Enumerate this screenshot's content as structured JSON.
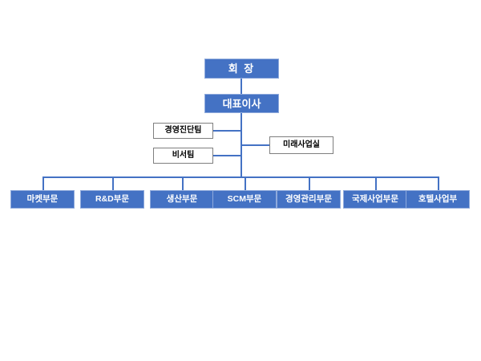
{
  "chart": {
    "type": "org-chart",
    "title": "",
    "orientation": "top-down",
    "colors": {
      "node_fill": "#4472C4",
      "node_fill_border": "#8FAADC",
      "node_text": "#FFFFFF",
      "outline_fill": "#FFFFFF",
      "outline_border": "#7F7F7F",
      "outline_text": "#000000",
      "connector": "#4472C4",
      "background": "#FFFFFF"
    }
  },
  "nodes": {
    "chairman": {
      "label": "회 장",
      "style": "filled",
      "level": 0
    },
    "ceo": {
      "label": "대표이사",
      "style": "filled",
      "level": 1
    },
    "staff": [
      {
        "label": "경영진단팀",
        "style": "outline",
        "side": "left"
      },
      {
        "label": "비서팀",
        "style": "outline",
        "side": "left"
      },
      {
        "label": "미래사업실",
        "style": "outline",
        "side": "right"
      }
    ],
    "divisions": [
      {
        "label": "마켓부문",
        "style": "filled"
      },
      {
        "label": "R&D부문",
        "style": "filled"
      },
      {
        "label": "생산부문",
        "style": "filled"
      },
      {
        "label": "SCM부문",
        "style": "filled"
      },
      {
        "label": "경영관리부문",
        "style": "filled"
      },
      {
        "label": "국제사업부문",
        "style": "filled"
      },
      {
        "label": "호텔사업부",
        "style": "filled"
      }
    ]
  }
}
